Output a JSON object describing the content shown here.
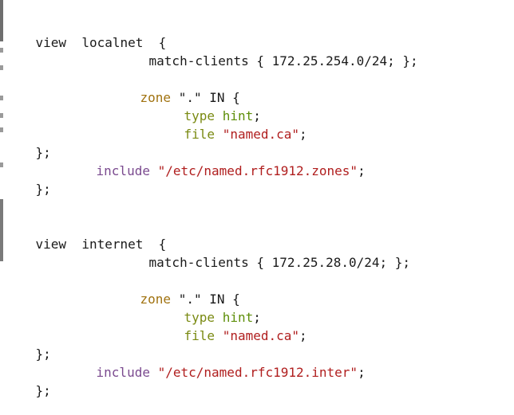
{
  "code": {
    "l1": {
      "view": "view",
      "name": "localnet",
      "brace": "{"
    },
    "l2": {
      "text": "match-clients { 172.25.254.0/24; };"
    },
    "l3": {
      "zone": "zone",
      "dot": "\".\"",
      "rest": "IN {"
    },
    "l4": {
      "type": "type",
      "hint": "hint",
      "semi": ";"
    },
    "l5": {
      "file": "file",
      "str": "\"named.ca\"",
      "semi": ";"
    },
    "l6": {
      "text": "};"
    },
    "l7": {
      "include": "include",
      "str": "\"/etc/named.rfc1912.zones\"",
      "semi": ";"
    },
    "l8": {
      "text": "};"
    },
    "l9": {
      "view": "view",
      "name": "internet",
      "brace": "{"
    },
    "l10": {
      "text": "match-clients { 172.25.28.0/24; };"
    },
    "l11": {
      "zone": "zone",
      "dot": "\".\"",
      "rest": "IN {"
    },
    "l12": {
      "type": "type",
      "hint": "hint",
      "semi": ";"
    },
    "l13": {
      "file": "file",
      "str": "\"named.ca\"",
      "semi": ";"
    },
    "l14": {
      "text": "};"
    },
    "l15": {
      "include": "include",
      "str": "\"/etc/named.rfc1912.inter\"",
      "semi": ";"
    },
    "l16": {
      "text": "};"
    }
  },
  "colors": {
    "keyword_zone": "#a0720f",
    "type_hint": "#5e8f0a",
    "string": "#b01e1e",
    "include": "#7a4a8f",
    "text": "#1a1a1a"
  }
}
